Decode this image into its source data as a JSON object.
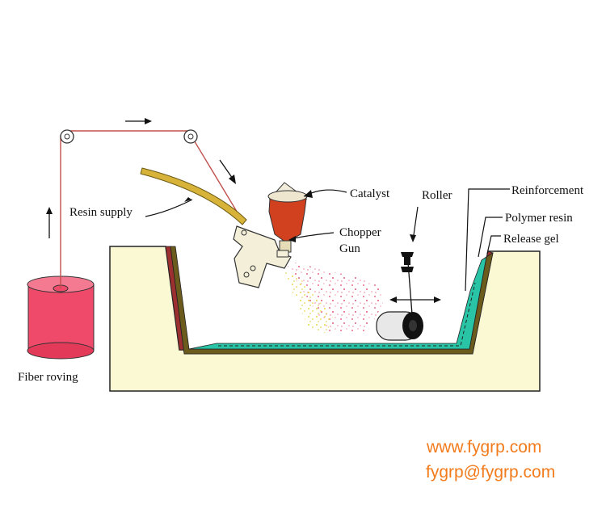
{
  "labels": {
    "catalyst": "Catalyst",
    "roller": "Roller",
    "reinforcement": "Reinforcement",
    "polymer_resin": "Polymer resin",
    "release_gel": "Release gel",
    "resin_supply": "Resin supply",
    "chopper": "Chopper",
    "gun": "Gun",
    "fiber_roving": "Fiber roving"
  },
  "watermark": {
    "url": "www.fygrp.com",
    "email": "fygrp@fygrp.com"
  },
  "colors": {
    "mold": "#fbf8d4",
    "release_gel": "#9c2f2f",
    "polymer_resin": "#6b5b1c",
    "reinforcement": "#29c4a6",
    "roving_fiber": "#c0504d",
    "spool": "#f04a6a",
    "resin_hose": "#d7b33a",
    "catalyst_liquid": "#d1401f",
    "spray_pink": "#e86b8a",
    "spray_yellow": "#e8d84a",
    "watermark": "#f27b1c"
  }
}
